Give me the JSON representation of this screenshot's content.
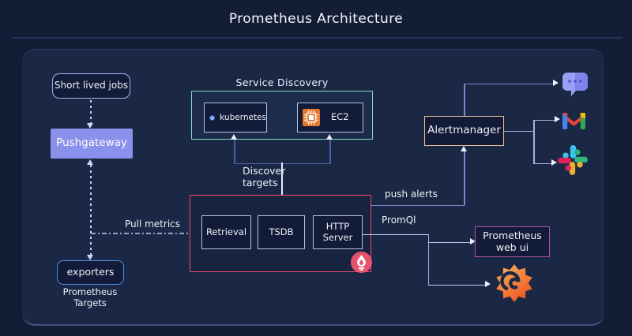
{
  "title": "Prometheus Architecture",
  "nodes": {
    "short_lived_jobs": "Short lived jobs",
    "pushgateway": "Pushgateway",
    "exporters": "exporters",
    "prometheus_targets": {
      "line1": "Prometheus",
      "line2": "Targets"
    },
    "service_discovery": {
      "title": "Service Discovery",
      "kubernetes": "kubernetes",
      "ec2": "EC2"
    },
    "prometheus_server": {
      "retrieval": "Retrieval",
      "tsdb": "TSDB",
      "http_server": "HTTP Server"
    },
    "alertmanager": "Alertmanager",
    "prometheus_web_ui": {
      "line1": "Prometheus",
      "line2": "web ui"
    }
  },
  "edge_labels": {
    "discover_targets": {
      "line1": "Discover",
      "line2": "targets"
    },
    "pull_metrics": "Pull metrics",
    "push_alerts": "push alerts",
    "promql": "PromQl"
  },
  "icons": {
    "kubernetes": "kubernetes-icon",
    "ec2": "ec2-icon",
    "prometheus": "prometheus-icon",
    "chat": "chat-icon",
    "gmail": "gmail-icon",
    "slack": "slack-icon",
    "grafana": "grafana-icon"
  },
  "colors": {
    "background": "#141d36",
    "panel": "#1b2845",
    "node_border_lavender": "#b9bfe2",
    "short_lived_jobs_border": "#a7b1f2",
    "pushgateway_fill": "#8a91ea",
    "exporters_border": "#4a90e8",
    "service_discovery_border": "#7eddc3",
    "prometheus_server_border": "#ef4b66",
    "alertmanager_border": "#e5c09a",
    "web_ui_border": "#b052a8",
    "kubernetes_blue": "#3b6de8",
    "ec2_orange": "#e8772e",
    "prometheus_red": "#e5536b",
    "text": "#eef0f8"
  }
}
